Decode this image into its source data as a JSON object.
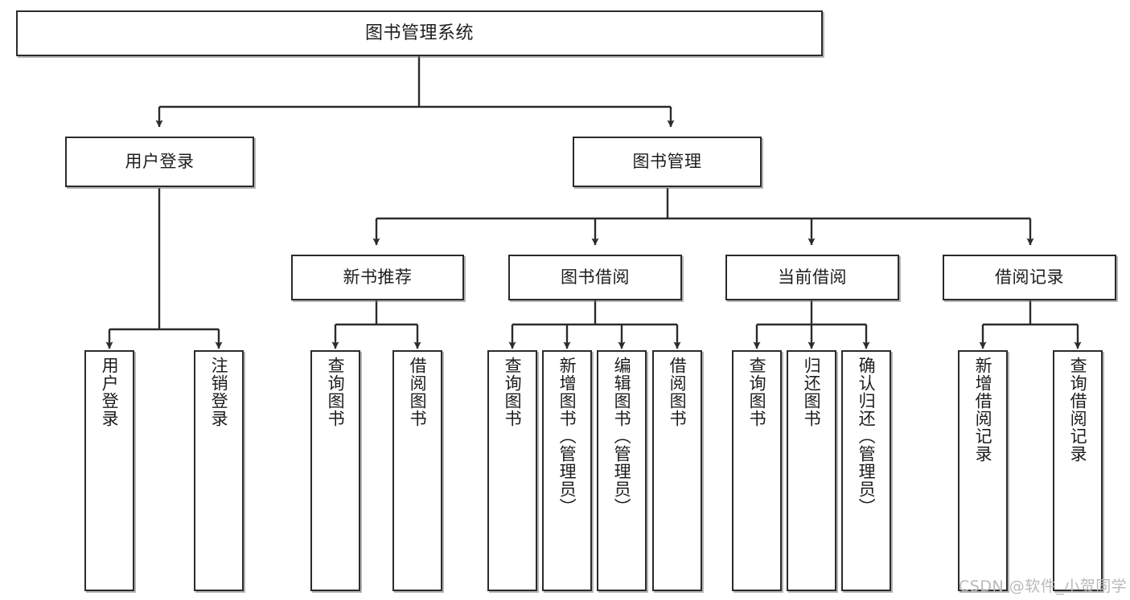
{
  "diagram": {
    "title": "图书管理系统",
    "type": "tree-hierarchy-chart",
    "colors": {
      "box_border": "#2b2b2b",
      "box_fill": "#ffffff",
      "edge": "#2b2b2b",
      "text": "#1d1d1d",
      "watermark": "#b9b9b9",
      "background": "#ffffff"
    },
    "nodes": {
      "root": {
        "label": "图书管理系统"
      },
      "level2": [
        {
          "label": "用户登录"
        },
        {
          "label": "图书管理"
        }
      ],
      "level3": [
        {
          "label": "新书推荐"
        },
        {
          "label": "图书借阅"
        },
        {
          "label": "当前借阅"
        },
        {
          "label": "借阅记录"
        }
      ],
      "leaves": {
        "user_login": [
          {
            "label": "用户登录"
          },
          {
            "label": "注销登录"
          }
        ],
        "new_book_recommend": [
          {
            "label": "查询图书"
          },
          {
            "label": "借阅图书"
          }
        ],
        "book_borrow": [
          {
            "label": "查询图书"
          },
          {
            "label": "新增图书（管理员）"
          },
          {
            "label": "编辑图书（管理员）"
          },
          {
            "label": "借阅图书"
          }
        ],
        "current_borrow": [
          {
            "label": "查询图书"
          },
          {
            "label": "归还图书"
          },
          {
            "label": "确认归还（管理员）"
          }
        ],
        "borrow_record": [
          {
            "label": "新增借阅记录"
          },
          {
            "label": "查询借阅记录"
          }
        ]
      }
    },
    "watermark": "CSDN @软件_小贺同学"
  }
}
